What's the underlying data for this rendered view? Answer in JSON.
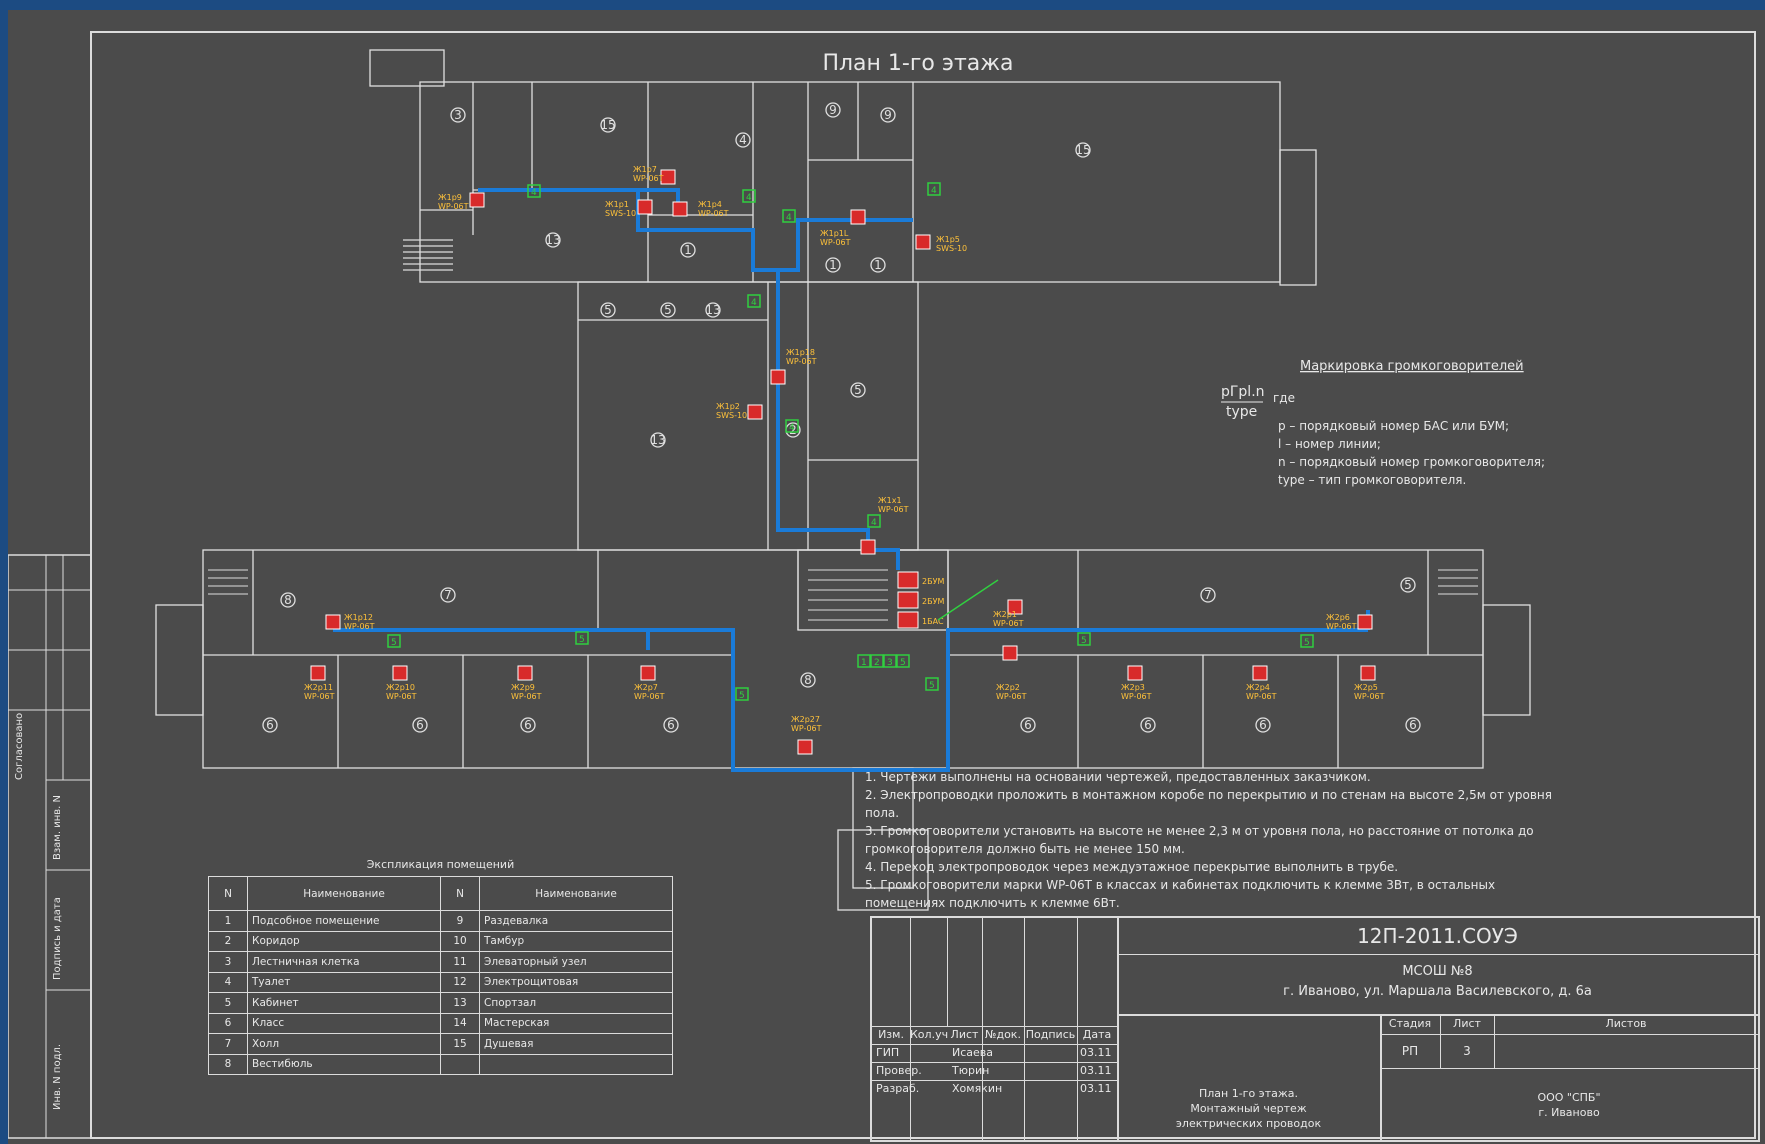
{
  "title": "План 1-го этажа",
  "legend": {
    "title": "Маркировка громкоговорителей",
    "formula_top": "pГpl.n",
    "formula_bottom": "type",
    "where": "где",
    "items": [
      "p – порядковый номер БАС или БУМ;",
      "l – номер линии;",
      "n – порядковый номер громкоговорителя;",
      "type – тип громкоговорителя."
    ]
  },
  "notes": [
    "1. Чертежи выполнены на основании чертежей, предоставленных заказчиком.",
    "2. Электропроводки проложить в монтажном коробе по перекрытию и по стенам на высоте 2,5м от уровня пола.",
    "3. Громкоговорители установить на высоте не менее 2,3 м от уровня пола, но расстояние от потолка до громкоговорителя должно быть не менее 150 мм.",
    "4. Переход электропроводок через междуэтажное перекрытие выполнить в трубе.",
    "5. Громкоговорители марки WP-06T в классах и кабинетах подключить к клемме 3Вт, в остальных помещениях подключить к клемме 6Вт."
  ],
  "explication": {
    "title": "Экспликация помещений",
    "headers": [
      "N",
      "Наименование",
      "N",
      "Наименование"
    ],
    "rows": [
      [
        "1",
        "Подсобное помещение",
        "9",
        "Раздевалка"
      ],
      [
        "2",
        "Коридор",
        "10",
        "Тамбур"
      ],
      [
        "3",
        "Лестничная клетка",
        "11",
        "Элеваторный узел"
      ],
      [
        "4",
        "Туалет",
        "12",
        "Электрощитовая"
      ],
      [
        "5",
        "Кабинет",
        "13",
        "Спортзал"
      ],
      [
        "6",
        "Класс",
        "14",
        "Мастерская"
      ],
      [
        "7",
        "Холл",
        "15",
        "Душевая"
      ],
      [
        "8",
        "Вестибюль",
        "",
        ""
      ]
    ]
  },
  "stamp": {
    "code": "12П-2011.СОУЭ",
    "org": "МСОШ №8",
    "address": "г. Иваново, ул. Маршала Василевского, д. 6а",
    "cols": [
      "Изм.",
      "Кол.уч",
      "Лист",
      "№док.",
      "Подпись",
      "Дата"
    ],
    "people": [
      {
        "role": "ГИП",
        "name": "Исаева",
        "date": "03.11"
      },
      {
        "role": "Провер.",
        "name": "Тюрин",
        "date": "03.11"
      },
      {
        "role": "Разраб.",
        "name": "Хомякин",
        "date": "03.11"
      }
    ],
    "stage_h": "Стадия",
    "sheet_h": "Лист",
    "sheets_h": "Листов",
    "stage": "РП",
    "sheet": "3",
    "sheets": "",
    "drawing_title": [
      "План 1-го этажа.",
      "Монтажный чертеж",
      "электрических проводок"
    ],
    "company": [
      "ООО \"СПБ\"",
      "г. Иваново"
    ]
  },
  "side_stamp": [
    "Согласовано",
    "Взам. инв. N",
    "Подпись и дата",
    "Инв. N подл."
  ],
  "equipment": {
    "bum": "2БУМ",
    "bas2": "2БУМ",
    "bas1": "1БАС",
    "line_tags": [
      "1",
      "2",
      "3",
      "5"
    ]
  },
  "speakers": [
    {
      "id": "sp1",
      "l1": "Ж1p9",
      "l2": "WP-06T"
    },
    {
      "id": "sp2",
      "l1": "Ж1p7",
      "l2": "WP-06T"
    },
    {
      "id": "sp3",
      "l1": "Ж1p1",
      "l2": "SWS-10"
    },
    {
      "id": "sp4",
      "l1": "Ж1p4",
      "l2": "WP-06T"
    },
    {
      "id": "sp5",
      "l1": "Ж1p1L",
      "l2": "WP-06T"
    },
    {
      "id": "sp6",
      "l1": "Ж1p5",
      "l2": "SWS-10"
    },
    {
      "id": "sp7",
      "l1": "Ж1p18",
      "l2": "WP-06T"
    },
    {
      "id": "sp8",
      "l1": "Ж1p2",
      "l2": "SWS-10"
    },
    {
      "id": "sp9",
      "l1": "Ж1x1",
      "l2": "WP-06T"
    },
    {
      "id": "sp10",
      "l1": "Ж1p12",
      "l2": "WP-06T"
    },
    {
      "id": "sp11",
      "l1": "Ж2p11",
      "l2": "WP-06T"
    },
    {
      "id": "sp12",
      "l1": "Ж2p10",
      "l2": "WP-06T"
    },
    {
      "id": "sp13",
      "l1": "Ж2p9",
      "l2": "WP-06T"
    },
    {
      "id": "sp14",
      "l1": "Ж2p7",
      "l2": "WP-06T"
    },
    {
      "id": "sp15",
      "l1": "Ж2p2",
      "l2": "WP-06T"
    },
    {
      "id": "sp16",
      "l1": "Ж2p3",
      "l2": "WP-06T"
    },
    {
      "id": "sp17",
      "l1": "Ж2p4",
      "l2": "WP-06T"
    },
    {
      "id": "sp18",
      "l1": "Ж2p5",
      "l2": "WP-06T"
    },
    {
      "id": "sp19",
      "l1": "Ж2p1",
      "l2": "WP-06T"
    },
    {
      "id": "sp20",
      "l1": "Ж2p6",
      "l2": "WP-06T"
    }
  ]
}
